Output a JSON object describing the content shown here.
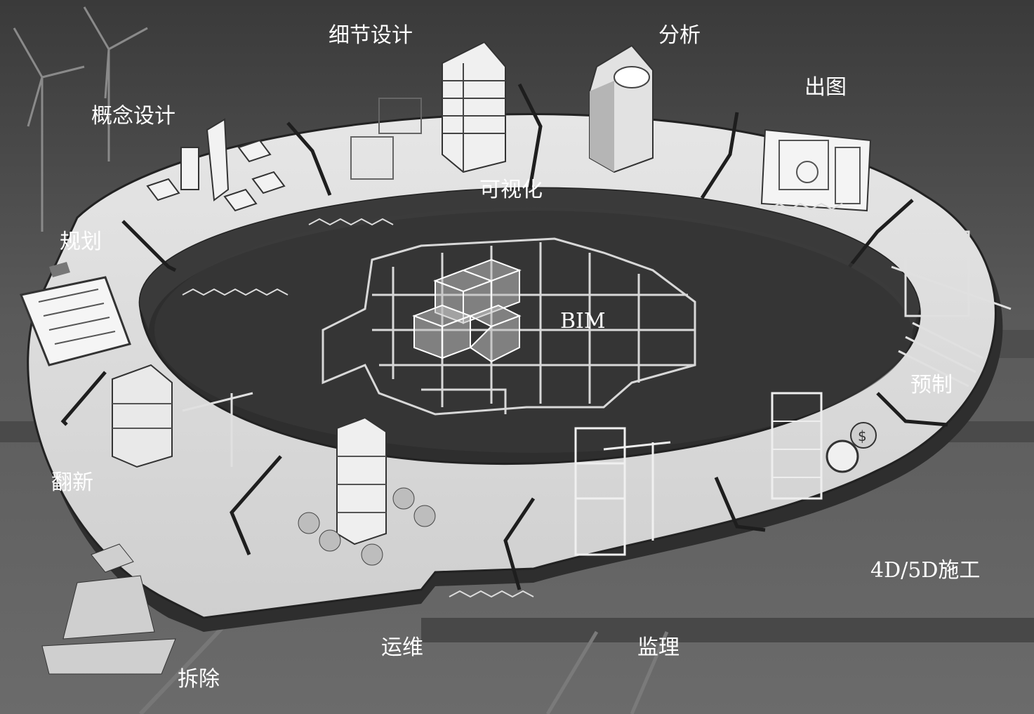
{
  "center": {
    "label": "BIM"
  },
  "inner_label": "可视化",
  "stages": [
    {
      "key": "detailed-design",
      "label": "细节设计"
    },
    {
      "key": "analysis",
      "label": "分析"
    },
    {
      "key": "drawings",
      "label": "出图"
    },
    {
      "key": "concept-design",
      "label": "概念设计"
    },
    {
      "key": "planning",
      "label": "规划"
    },
    {
      "key": "prefabrication",
      "label": "预制"
    },
    {
      "key": "renovation",
      "label": "翻新"
    },
    {
      "key": "construction-4d5d",
      "label": "4D/5D施工"
    },
    {
      "key": "operation",
      "label": "运维"
    },
    {
      "key": "supervision",
      "label": "监理"
    },
    {
      "key": "demolition",
      "label": "拆除"
    }
  ]
}
